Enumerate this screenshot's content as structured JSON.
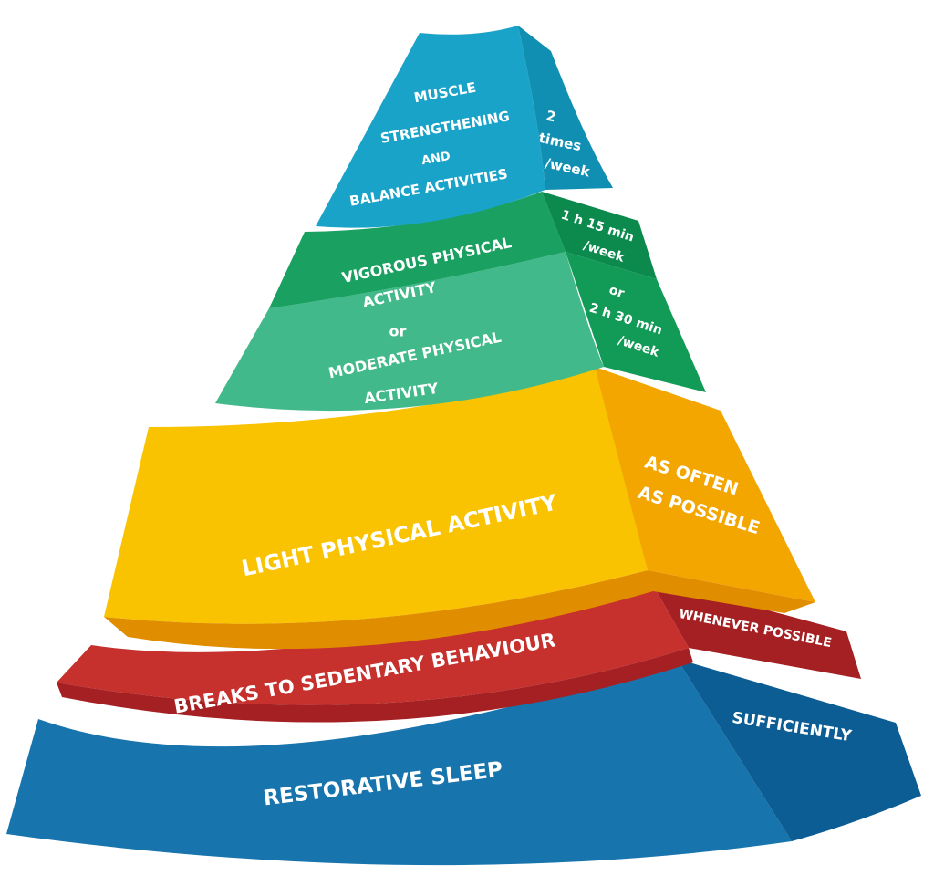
{
  "colors": {
    "muscle_front": "#1aa3c8",
    "muscle_side": "#108fb3",
    "vigorous_front": "#1aa060",
    "vigorous_side": "#0c8a4e",
    "moderate_front": "#41b98a",
    "moderate_side": "#129a57",
    "light_front": "#f9c301",
    "light_side": "#f3a600",
    "light_edge": "#e08d00",
    "breaks_front": "#c6302d",
    "breaks_side": "#a52022",
    "sleep_front": "#1874ac",
    "sleep_side": "#0c5d93",
    "text": "#ffffff"
  },
  "tiers": {
    "muscle": {
      "lines": [
        "MUSCLE",
        "STRENGTHENING",
        "AND",
        "BALANCE ACTIVITIES"
      ],
      "frequency": [
        "2",
        "times",
        "/week"
      ]
    },
    "vigorous": {
      "lines": [
        "VIGOROUS PHYSICAL",
        "ACTIVITY"
      ],
      "frequency": [
        "1 h 15 min",
        "/week"
      ]
    },
    "or_label": "or",
    "moderate": {
      "lines": [
        "MODERATE PHYSICAL",
        "ACTIVITY"
      ],
      "frequency": [
        "or",
        "2 h 30 min",
        "/week"
      ]
    },
    "light": {
      "label": "LIGHT PHYSICAL ACTIVITY",
      "frequency": [
        "AS OFTEN",
        "AS POSSIBLE"
      ]
    },
    "breaks": {
      "label": "BREAKS TO SEDENTARY BEHAVIOUR",
      "frequency": "WHENEVER POSSIBLE"
    },
    "sleep": {
      "label": "RESTORATIVE SLEEP",
      "frequency": "SUFFICIENTLY"
    }
  }
}
